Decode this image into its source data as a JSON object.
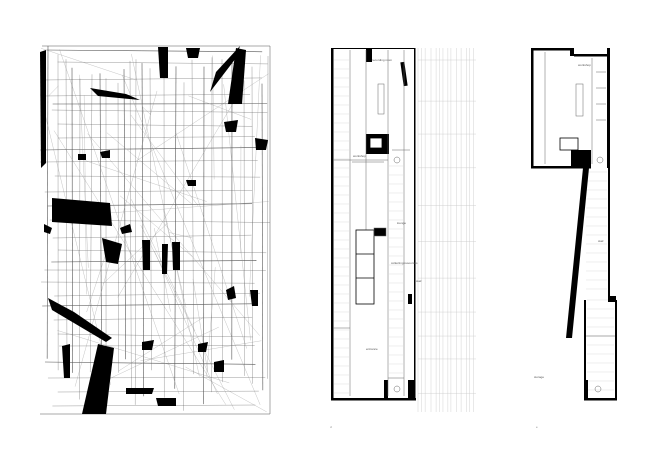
{
  "colors": {
    "ink": "#000000",
    "line": "#777777",
    "faint": "#c8c8c8",
    "paper": "#ffffff"
  },
  "panels": [
    {
      "id": "collage",
      "kind": "abstract-line-collage"
    },
    {
      "id": "plan-middle",
      "kind": "floor-plan",
      "labels": [
        "recording room",
        "workshop",
        "lounge",
        "collecting resources",
        "stair",
        "entrance"
      ],
      "page_number": "d"
    },
    {
      "id": "plan-right",
      "kind": "floor-plan",
      "labels": [
        "workshop",
        "stair",
        "storage"
      ],
      "page_number": "e"
    }
  ]
}
